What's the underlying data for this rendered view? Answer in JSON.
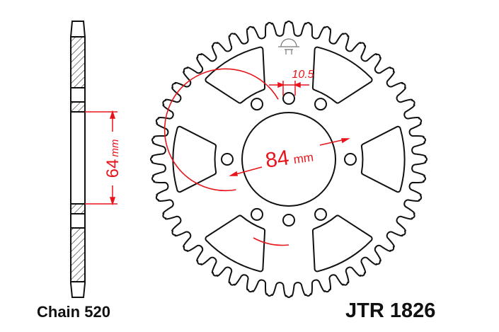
{
  "chain_label": "Chain 520",
  "part_number": "JTR 1826",
  "dimensions": {
    "hub_width": "64",
    "hub_width_unit": "mm",
    "bolt_circle": "84",
    "bolt_circle_unit": "mm",
    "bolt_hole": "10.5"
  },
  "colors": {
    "outline": "#111111",
    "dimension": "#e8141b"
  },
  "teeth": 44,
  "bolt_holes": 8
}
